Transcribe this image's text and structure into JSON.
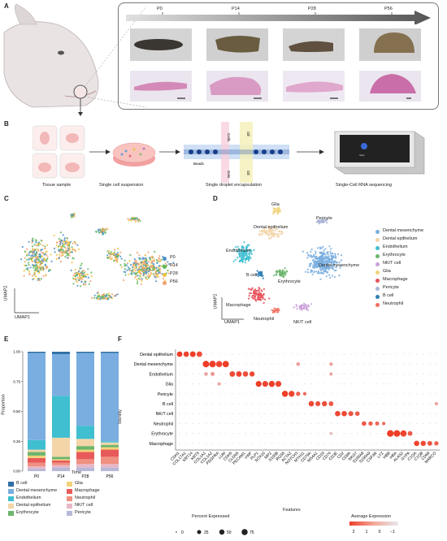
{
  "panel_letters": {
    "a": "A",
    "b": "B",
    "c": "C",
    "d": "D",
    "e": "E",
    "f": "F"
  },
  "panel_a": {
    "timepoints": [
      "P0",
      "P14",
      "P28",
      "P56"
    ]
  },
  "panel_b": {
    "steps": [
      "Tissue sample",
      "Single cell suspension",
      "Single droplet encapsulation",
      "Single-Cell RNA sequencing"
    ],
    "chip_labels": {
      "cells": "Cells",
      "beads": "Beads",
      "oil_top": "Oil",
      "oil_bottom": "Oil",
      "gels": "Gels"
    }
  },
  "panel_c": {
    "xlabel": "UMAP1",
    "ylabel": "UMAP2",
    "legend": [
      {
        "name": "P0",
        "color": "#4a90c8"
      },
      {
        "name": "P14",
        "color": "#5cb85c"
      },
      {
        "name": "P28",
        "color": "#f0c040"
      },
      {
        "name": "P56",
        "color": "#f0a070"
      }
    ]
  },
  "panel_d": {
    "xlabel": "UMAP1",
    "ylabel": "UMAP2",
    "cluster_labels": [
      "Glia",
      "Pericyte",
      "Dental epithelium",
      "Endothelium",
      "Dental mesenchyme",
      "B cell",
      "Erythrocyte",
      "Macrophage",
      "Neutrophil",
      "NK/T cell"
    ],
    "legend": [
      {
        "name": "Dental mesenchyme",
        "color": "#7aaee0"
      },
      {
        "name": "Dental epithelium",
        "color": "#f3d5a8"
      },
      {
        "name": "Endothelium",
        "color": "#3fbfd0"
      },
      {
        "name": "Erythrocyte",
        "color": "#6cb56c"
      },
      {
        "name": "NK/T cell",
        "color": "#c9a0d8"
      },
      {
        "name": "Glia",
        "color": "#f2d27a"
      },
      {
        "name": "Macrophage",
        "color": "#e8505a"
      },
      {
        "name": "Pericyte",
        "color": "#a8b4d8"
      },
      {
        "name": "B cell",
        "color": "#2f7fb5"
      },
      {
        "name": "Neutrophil",
        "color": "#ef7060"
      }
    ]
  },
  "chart_data": [
    {
      "type": "bar",
      "stacked": true,
      "categories": [
        "P0",
        "P14",
        "P28",
        "P56"
      ],
      "xlabel": "Time",
      "ylabel": "Proportion",
      "ylim": [
        0,
        1.0
      ],
      "yticks": [
        "0.00",
        "0.25",
        "0.50",
        "0.75",
        "1.00"
      ],
      "series": [
        {
          "name": "Pericyte",
          "color": "#b8b8d8",
          "values": [
            0.02,
            0.03,
            0.03,
            0.03
          ]
        },
        {
          "name": "NK/T cell",
          "color": "#e8b8c8",
          "values": [
            0.02,
            0.02,
            0.03,
            0.03
          ]
        },
        {
          "name": "Neutrophil",
          "color": "#ef9080",
          "values": [
            0.03,
            0.02,
            0.04,
            0.06
          ]
        },
        {
          "name": "Macrophage",
          "color": "#e85a5a",
          "values": [
            0.04,
            0.02,
            0.06,
            0.06
          ]
        },
        {
          "name": "Glia",
          "color": "#f2d27a",
          "values": [
            0.02,
            0.01,
            0.02,
            0.02
          ]
        },
        {
          "name": "Erythrocyte",
          "color": "#6cb56c",
          "values": [
            0.03,
            0.02,
            0.03,
            0.02
          ]
        },
        {
          "name": "Dental epithelium",
          "color": "#f3d5a8",
          "values": [
            0.02,
            0.16,
            0.06,
            0.02
          ]
        },
        {
          "name": "Endothelium",
          "color": "#3fbfd0",
          "values": [
            0.08,
            0.35,
            0.11,
            0.01
          ]
        },
        {
          "name": "Dental mesenchyme",
          "color": "#7aaee0",
          "values": [
            0.73,
            0.35,
            0.61,
            0.74
          ]
        },
        {
          "name": "B cell",
          "color": "#2f6fa5",
          "values": [
            0.01,
            0.02,
            0.01,
            0.01
          ]
        }
      ],
      "legend_order": [
        "B cell",
        "Glia",
        "Dental mesenchyme",
        "Macrophage",
        "Endothelium",
        "Neutrophil",
        "Dental epithelium",
        "NK/T cell",
        "Erythrocyte",
        "Pericyte"
      ]
    },
    {
      "type": "scatter",
      "subtype": "dotplot",
      "xlabel": "Features",
      "ylabel": "Identity",
      "identities": [
        "Dental epithelium",
        "Dental mesenchyme",
        "Endothelium",
        "Glia",
        "Pericyte",
        "B cell",
        "NK/T cell",
        "Neutrophil",
        "Erythrocyte",
        "Macrophage"
      ],
      "features": [
        "CDH1",
        "COL17A1",
        "KRT14",
        "KRT5",
        "COL1A1",
        "COL1A2",
        "PDGFRA",
        "LUM",
        "CDH5",
        "CLDN5",
        "PECAM1",
        "VWF",
        "PLP1",
        "SOX10",
        "MPZ",
        "S100B",
        "RGS5",
        "ACTA2",
        "NOTCH3",
        "MYH11",
        "CD79A",
        "MS4A1",
        "CD19",
        "CD74",
        "CD3E",
        "CD2",
        "CD8A",
        "NKG7",
        "S100A8",
        "S100A9",
        "CSF3R",
        "LYZ",
        "HBB",
        "HBA",
        "ALAS2",
        "GYPA",
        "C1QA",
        "C1QB",
        "CD68",
        "MARCO"
      ],
      "size_legend": {
        "title": "Percent Expressed",
        "values": [
          0,
          25,
          50,
          75
        ]
      },
      "color_legend": {
        "title": "Average Expression",
        "ticks": [
          "2",
          "1",
          "0",
          "−1"
        ]
      },
      "dots": [
        {
          "row": 0,
          "col": 0,
          "pct": 60,
          "expr": 2.0
        },
        {
          "row": 0,
          "col": 1,
          "pct": 55,
          "expr": 1.9
        },
        {
          "row": 0,
          "col": 2,
          "pct": 65,
          "expr": 2.0
        },
        {
          "row": 0,
          "col": 3,
          "pct": 60,
          "expr": 1.8
        },
        {
          "row": 1,
          "col": 4,
          "pct": 90,
          "expr": 2.0
        },
        {
          "row": 1,
          "col": 5,
          "pct": 90,
          "expr": 2.0
        },
        {
          "row": 1,
          "col": 6,
          "pct": 80,
          "expr": 1.9
        },
        {
          "row": 1,
          "col": 7,
          "pct": 85,
          "expr": 2.0
        },
        {
          "row": 2,
          "col": 8,
          "pct": 60,
          "expr": 1.8
        },
        {
          "row": 2,
          "col": 9,
          "pct": 60,
          "expr": 1.9
        },
        {
          "row": 2,
          "col": 10,
          "pct": 55,
          "expr": 1.7
        },
        {
          "row": 2,
          "col": 11,
          "pct": 50,
          "expr": 1.8
        },
        {
          "row": 3,
          "col": 12,
          "pct": 70,
          "expr": 2.0
        },
        {
          "row": 3,
          "col": 13,
          "pct": 65,
          "expr": 1.9
        },
        {
          "row": 3,
          "col": 14,
          "pct": 75,
          "expr": 2.0
        },
        {
          "row": 3,
          "col": 15,
          "pct": 70,
          "expr": 1.9
        },
        {
          "row": 4,
          "col": 16,
          "pct": 75,
          "expr": 2.0
        },
        {
          "row": 4,
          "col": 17,
          "pct": 70,
          "expr": 1.9
        },
        {
          "row": 4,
          "col": 18,
          "pct": 30,
          "expr": 1.4
        },
        {
          "row": 4,
          "col": 19,
          "pct": 15,
          "expr": 1.2
        },
        {
          "row": 5,
          "col": 20,
          "pct": 55,
          "expr": 1.8
        },
        {
          "row": 5,
          "col": 21,
          "pct": 45,
          "expr": 1.7
        },
        {
          "row": 5,
          "col": 22,
          "pct": 50,
          "expr": 1.7
        },
        {
          "row": 5,
          "col": 23,
          "pct": 40,
          "expr": 1.5
        },
        {
          "row": 6,
          "col": 24,
          "pct": 55,
          "expr": 1.8
        },
        {
          "row": 6,
          "col": 25,
          "pct": 55,
          "expr": 1.8
        },
        {
          "row": 6,
          "col": 26,
          "pct": 45,
          "expr": 1.6
        },
        {
          "row": 6,
          "col": 27,
          "pct": 35,
          "expr": 1.5
        },
        {
          "row": 7,
          "col": 28,
          "pct": 35,
          "expr": 1.5
        },
        {
          "row": 7,
          "col": 29,
          "pct": 30,
          "expr": 1.4
        },
        {
          "row": 7,
          "col": 30,
          "pct": 25,
          "expr": 1.3
        },
        {
          "row": 7,
          "col": 31,
          "pct": 15,
          "expr": 1.2
        },
        {
          "row": 8,
          "col": 32,
          "pct": 95,
          "expr": 2.0
        },
        {
          "row": 8,
          "col": 33,
          "pct": 95,
          "expr": 2.0
        },
        {
          "row": 8,
          "col": 34,
          "pct": 80,
          "expr": 1.9
        },
        {
          "row": 8,
          "col": 35,
          "pct": 40,
          "expr": 1.5
        },
        {
          "row": 9,
          "col": 36,
          "pct": 55,
          "expr": 1.9
        },
        {
          "row": 9,
          "col": 37,
          "pct": 50,
          "expr": 1.8
        },
        {
          "row": 9,
          "col": 38,
          "pct": 40,
          "expr": 1.6
        },
        {
          "row": 9,
          "col": 39,
          "pct": 30,
          "expr": 1.4
        },
        {
          "row": 1,
          "col": 18,
          "pct": 20,
          "expr": 0.3
        },
        {
          "row": 2,
          "col": 4,
          "pct": 20,
          "expr": 0.2
        },
        {
          "row": 2,
          "col": 5,
          "pct": 25,
          "expr": 0.4
        },
        {
          "row": 3,
          "col": 6,
          "pct": 15,
          "expr": 0.1
        },
        {
          "row": 5,
          "col": 39,
          "pct": 15,
          "expr": 0.2
        },
        {
          "row": 1,
          "col": 23,
          "pct": 15,
          "expr": 0.3
        },
        {
          "row": 2,
          "col": 23,
          "pct": 12,
          "expr": 0.2
        },
        {
          "row": 8,
          "col": 23,
          "pct": 10,
          "expr": -0.2
        }
      ]
    }
  ]
}
